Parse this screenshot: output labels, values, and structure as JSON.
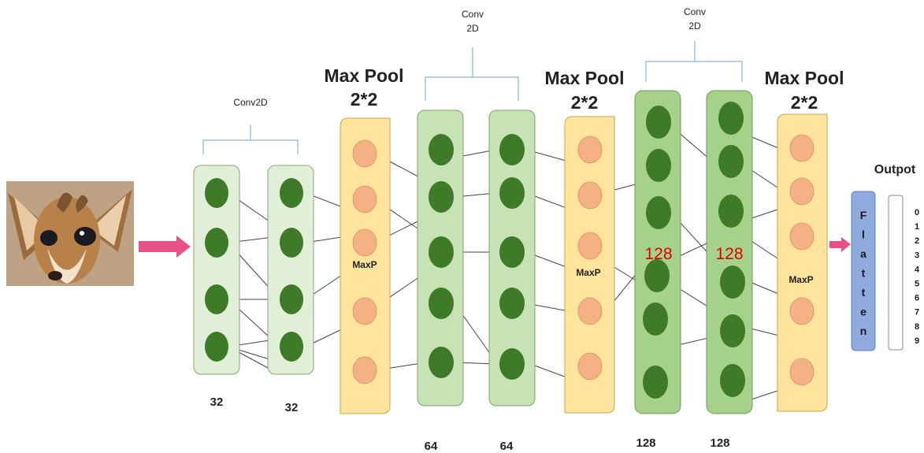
{
  "labels": {
    "conv_top_1": "Conv2D",
    "conv_top_2_line1": "Conv",
    "conv_top_2_line2": "2D",
    "conv_top_3_line1": "Conv",
    "conv_top_3_line2": "2D",
    "maxpool_1_line1": "Max Pool",
    "maxpool_1_line2": "2*2",
    "maxpool_2_line1": "Max Pool",
    "maxpool_2_line2": "2*2",
    "maxpool_3_line1": "Max Pool",
    "maxpool_3_line2": "2*2",
    "maxp_1": "MaxP",
    "maxp_2": "MaxP",
    "maxp_3": "MaxP",
    "inner_128_a": "128",
    "inner_128_b": "128",
    "size_32_a": "32",
    "size_32_b": "32",
    "size_64_a": "64",
    "size_64_b": "64",
    "size_128_a": "128",
    "size_128_b": "128",
    "output_title": "Outpot",
    "flatten_letters": [
      "F",
      "l",
      "a",
      "t",
      "t",
      "e",
      "n"
    ],
    "output_digits": [
      "0",
      "1",
      "2",
      "3",
      "4",
      "5",
      "6",
      "7",
      "8",
      "9"
    ]
  },
  "colors": {
    "conv_light_fill": "#e1efd8",
    "conv_mid_fill": "#c7e3b5",
    "conv_dark_fill": "#a6d18b",
    "neuron_green": "#3e7a27",
    "pool_fill": "#fee49c",
    "pool_neuron": "#f4b183",
    "flatten_fill": "#8faadc",
    "arrow_pink": "#e8508a",
    "brace_blue": "#8db3d9",
    "red_text": "#e00000"
  }
}
